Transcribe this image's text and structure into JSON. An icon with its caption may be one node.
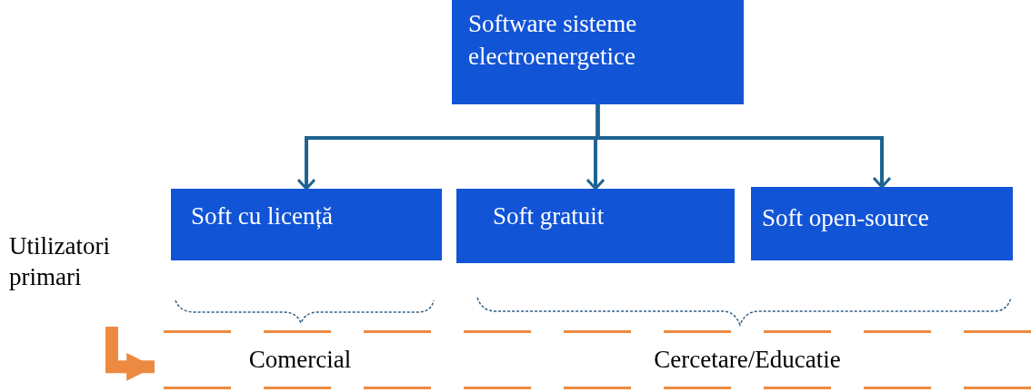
{
  "diagram": {
    "nodes": [
      {
        "text": [
          "Software sisteme electroenergetice"
        ]
      },
      {
        "text": [
          "Soft cu licență"
        ]
      },
      {
        "text": [
          "Soft gratuit"
        ]
      },
      {
        "text": [
          "Soft open-source"
        ]
      },
      {
        "text": [
          "Comercial"
        ]
      },
      {
        "text": [
          "Cercetare/Educatie"
        ]
      }
    ],
    "edges": [
      {
        "from": 0,
        "to": 1,
        "arrow": "to"
      },
      {
        "from": 0,
        "to": 2,
        "arrow": "to"
      },
      {
        "from": 0,
        "to": 3,
        "arrow": "to"
      },
      {
        "from": null,
        "to": 4,
        "arrow": "to",
        "style": "thick",
        "color": "#ed8a42"
      }
    ],
    "labels": [
      "Utilizatori primari"
    ]
  }
}
